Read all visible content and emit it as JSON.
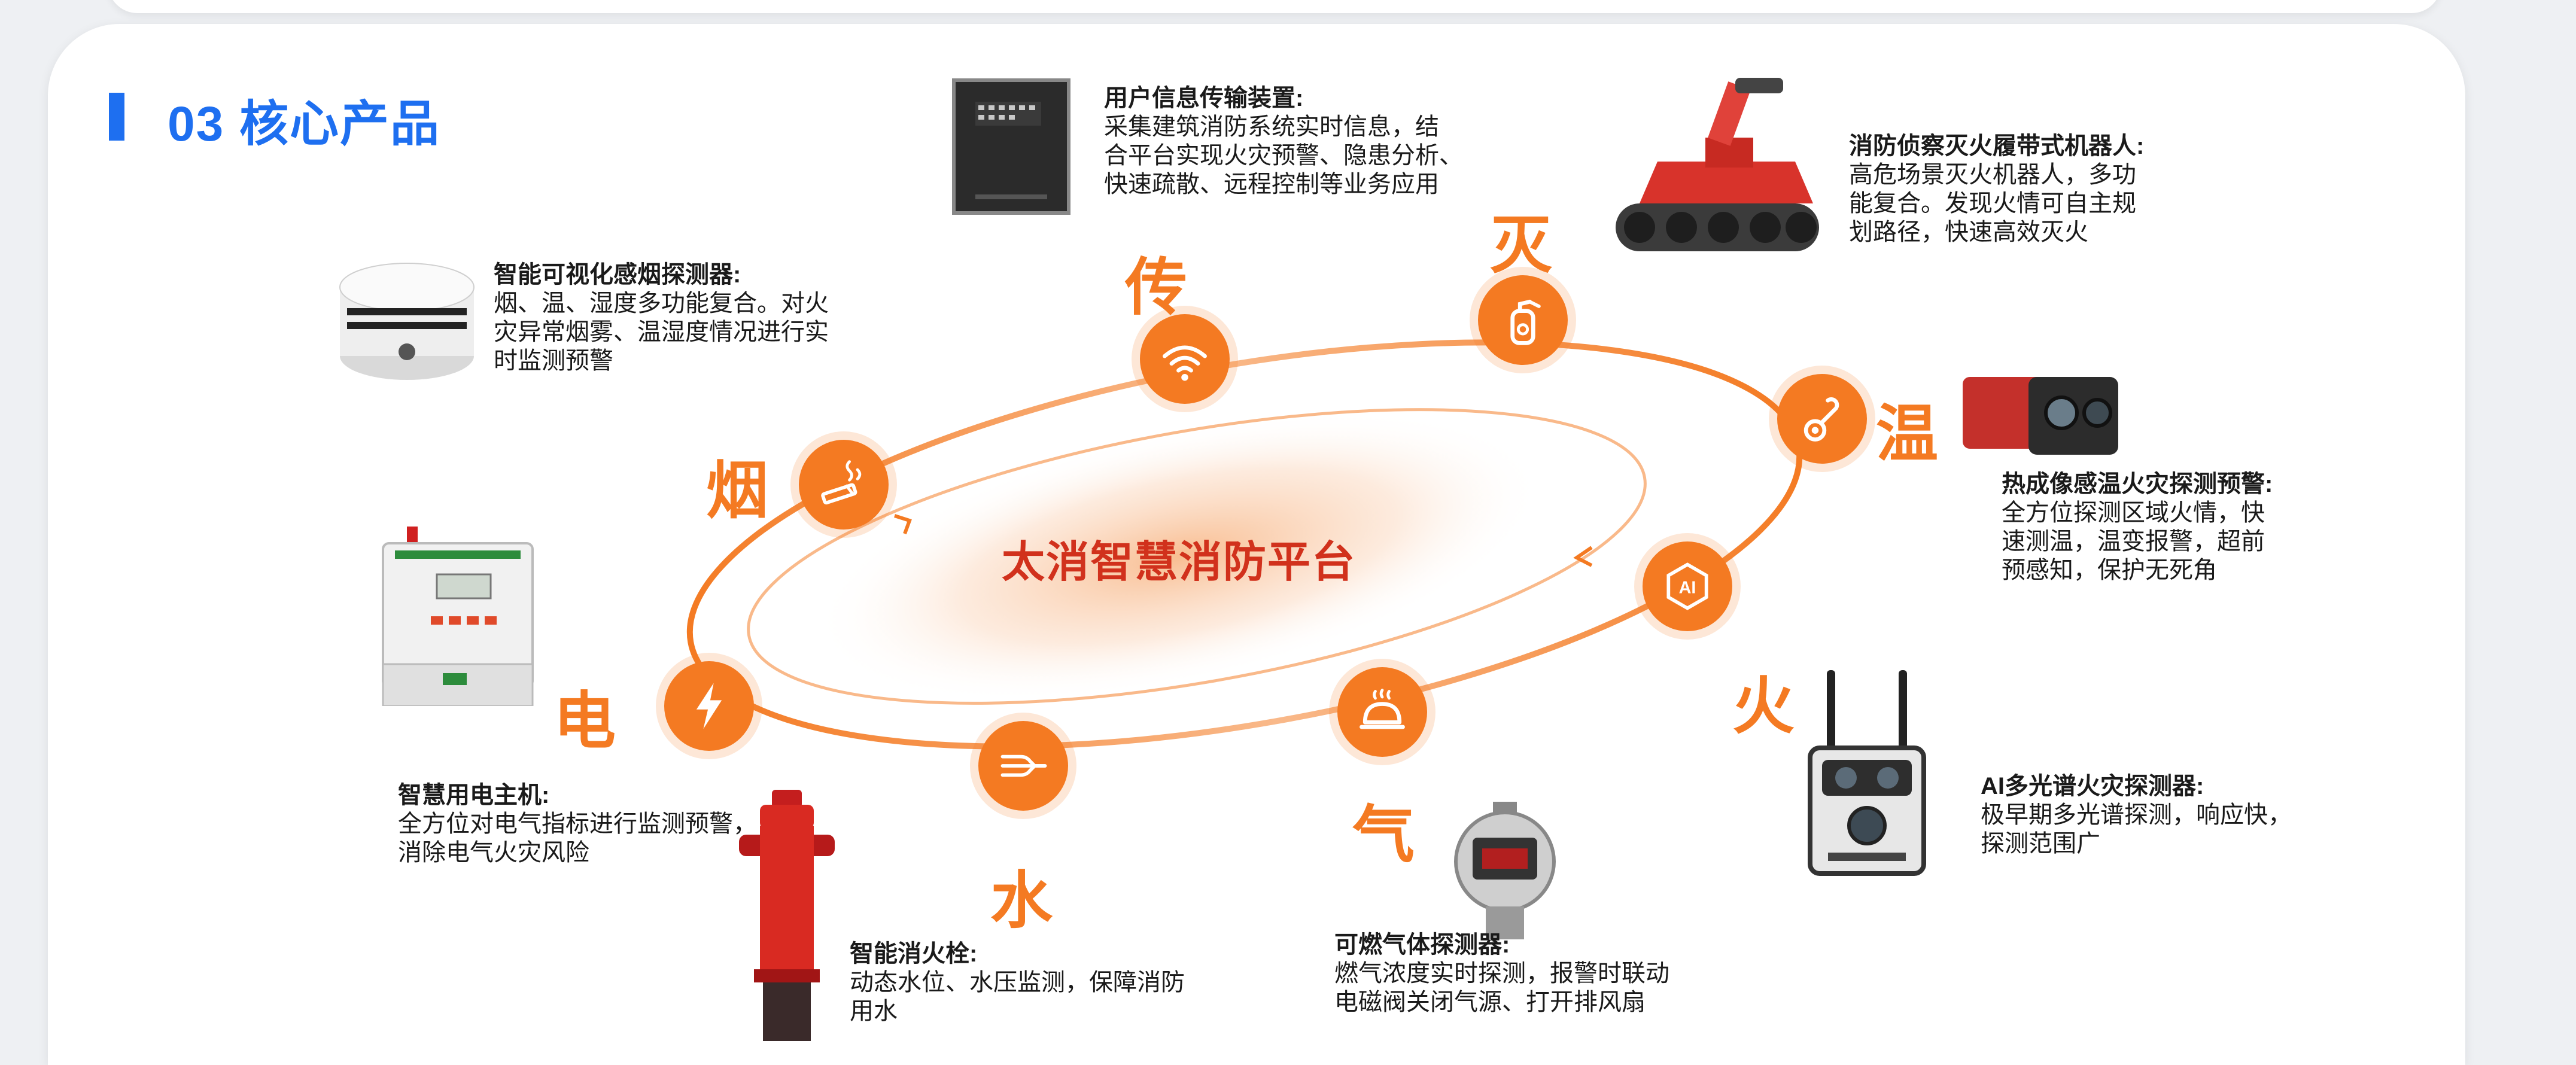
{
  "section": {
    "title": "03 核心产品"
  },
  "center": {
    "title": "太消智慧消防平台"
  },
  "colors": {
    "accent": "#f47a22",
    "title_blue": "#1e6ff0",
    "center_red": "#d1311c"
  },
  "nodes": [
    {
      "char": "传",
      "icon": "wifi-icon"
    },
    {
      "char": "灭",
      "icon": "fire-extinguisher-icon"
    },
    {
      "char": "温",
      "icon": "thermometer-icon"
    },
    {
      "char": "火",
      "icon": "ai-chip-icon"
    },
    {
      "char": "气",
      "icon": "gas-alarm-icon"
    },
    {
      "char": "水",
      "icon": "water-flow-icon"
    },
    {
      "char": "电",
      "icon": "lightning-icon"
    },
    {
      "char": "烟",
      "icon": "smoke-icon"
    }
  ],
  "products": [
    {
      "title": "用户信息传输装置:",
      "lines": [
        "采集建筑消防系统实时信息，结",
        "合平台实现火灾预警、隐患分析、",
        "快速疏散、远程控制等业务应用"
      ]
    },
    {
      "title": "消防侦察灭火履带式机器人:",
      "lines": [
        "高危场景灭火机器人，多功",
        "能复合。发现火情可自主规",
        "划路径，快速高效灭火"
      ]
    },
    {
      "title": "智能可视化感烟探测器:",
      "lines": [
        "烟、温、湿度多功能复合。对火",
        "灾异常烟雾、温湿度情况进行实",
        "时监测预警"
      ]
    },
    {
      "title": "热成像感温火灾探测预警:",
      "lines": [
        "全方位探测区域火情，快",
        "速测温，温变报警，超前",
        "预感知，保护无死角"
      ]
    },
    {
      "title": "AI多光谱火灾探测器:",
      "lines": [
        "极早期多光谱探测，响应快，",
        "探测范围广"
      ]
    },
    {
      "title": "智慧用电主机:",
      "lines": [
        "全方位对电气指标进行监测预警，",
        "消除电气火灾风险"
      ]
    },
    {
      "title": "智能消火栓:",
      "lines": [
        "动态水位、水压监测，保障消防",
        "用水"
      ]
    },
    {
      "title": "可燃气体探测器:",
      "lines": [
        "燃气浓度实时探测，报警时联动",
        "电磁阀关闭气源、打开排风扇"
      ]
    }
  ]
}
